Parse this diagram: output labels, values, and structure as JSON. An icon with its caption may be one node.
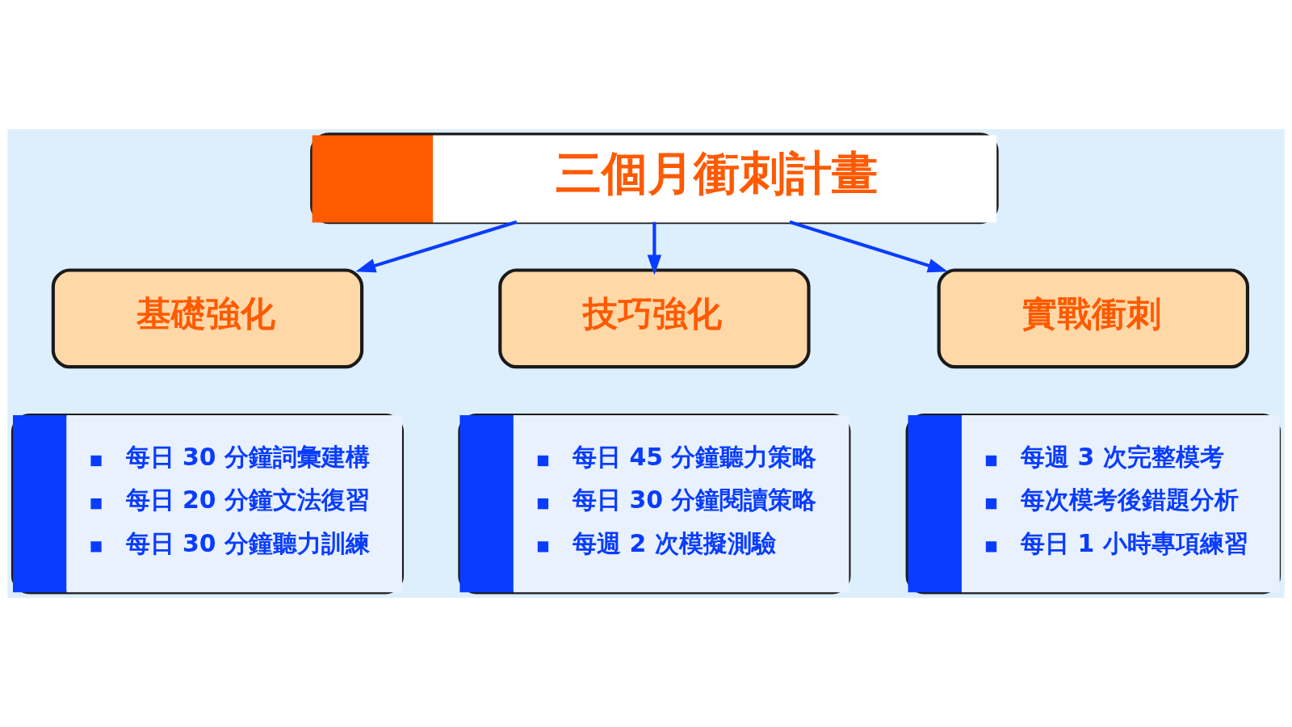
{
  "diagram": {
    "nodes": [
      {
        "text": [
          "三個月衝刺計畫"
        ]
      },
      {
        "text": [
          "基礎強化"
        ]
      },
      {
        "text": [
          "技巧強化"
        ]
      },
      {
        "text": [
          "實戰衝刺"
        ]
      },
      {
        "text": [
          "每日 30 分鐘詞彙建構",
          "每日 20 分鐘文法復習",
          "每日 30 分鐘聽力訓練"
        ]
      },
      {
        "text": [
          "每日 45 分鐘聽力策略",
          "每日 30 分鐘閱讀策略",
          "每週 2 次模擬測驗"
        ]
      },
      {
        "text": [
          "每週 3 次完整模考",
          "每次模考後錯題分析",
          "每日 1 小時專項練習"
        ]
      }
    ],
    "edges": [
      {
        "from": 0,
        "to": 1,
        "arrow": "to"
      },
      {
        "from": 0,
        "to": 2,
        "arrow": "to"
      },
      {
        "from": 0,
        "to": 3,
        "arrow": "to"
      }
    ]
  }
}
